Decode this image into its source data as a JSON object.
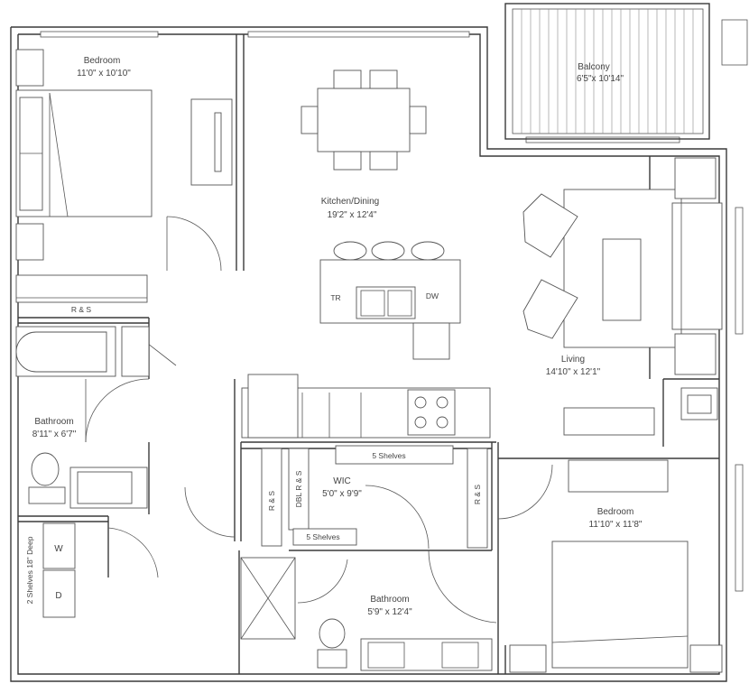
{
  "rooms": {
    "bedroom1": {
      "name": "Bedroom",
      "size": "11'0\" x 10'10\""
    },
    "balcony": {
      "name": "Balcony",
      "size": "6'5\"x 10'14\""
    },
    "kitchen": {
      "name": "Kitchen/Dining",
      "size": "19'2\" x 12'4\""
    },
    "living": {
      "name": "Living",
      "size": "14'10\" x 12'1\""
    },
    "bathroom1": {
      "name": "Bathroom",
      "size": "8'11\" x 6'7\""
    },
    "wic": {
      "name": "WIC",
      "size": "5'0\" x 9'9\""
    },
    "bedroom2": {
      "name": "Bedroom",
      "size": "11'10\" x 11'8\""
    },
    "bathroom2": {
      "name": "Bathroom",
      "size": "5'9\" x 12'4\""
    }
  },
  "labels": {
    "rs": "R & S",
    "tr": "TR",
    "dw": "DW",
    "five_shelves": "5 Shelves",
    "del_rs": "DBL R & S",
    "washer": "W",
    "dryer": "D",
    "laundry_shelves": "2 Shelves 18\" Deep"
  }
}
